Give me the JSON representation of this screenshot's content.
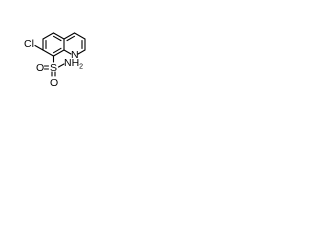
{
  "molecule": {
    "atoms": {
      "cl": "Cl",
      "s": "S",
      "nh2": "NH",
      "nh2_sub": "2",
      "o_top": "O",
      "o_bottom": "O",
      "n_ring": "N"
    }
  },
  "colors": {
    "background": "#ffffff",
    "ink": "#000000"
  }
}
